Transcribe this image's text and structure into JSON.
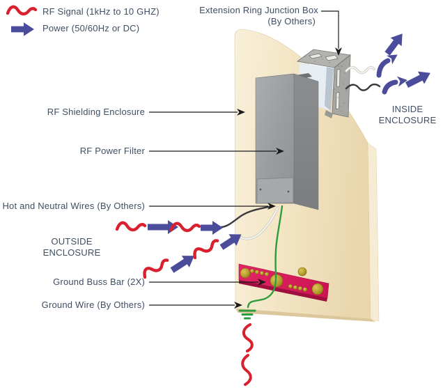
{
  "legend": {
    "rf_signal": "RF Signal (1kHz to 10 GHZ)",
    "power": "Power (50/60Hz or DC)"
  },
  "labels": {
    "extension_line1": "Extension Ring Junction Box",
    "extension_line2": "(By Others)",
    "rf_shielding": "RF Shielding Enclosure",
    "rf_power_filter": "RF Power Filter",
    "hot_neutral": "Hot and Neutral Wires (By Others)",
    "outside_line1": "OUTSIDE",
    "outside_line2": "ENCLOSURE",
    "inside_line1": "INSIDE",
    "inside_line2": "ENCLOSURE",
    "ground_buss": "Ground Buss Bar (2X)",
    "ground_wire": "Ground Wire (By Others)"
  },
  "colors": {
    "rf_red": "#D9202E",
    "power_blue": "#4B4C9B",
    "label_text": "#3F4E63",
    "ground_green": "#2E9C3C",
    "buss_bar_pink": "#DE1A5C",
    "wire_black": "#3A3A3E",
    "wire_white": "#F6F6F0",
    "wall_beige": "#F1E2BE",
    "enclosure_gray": "#9B9EA0",
    "brass": "#B49B2A",
    "junction_galvanized": "#A6A6A2"
  },
  "icons": {
    "rf_signal_icon": "red-wavy-line",
    "power_arrow_icon": "solid-right-arrow",
    "ground_symbol_icon": "earth-ground"
  }
}
